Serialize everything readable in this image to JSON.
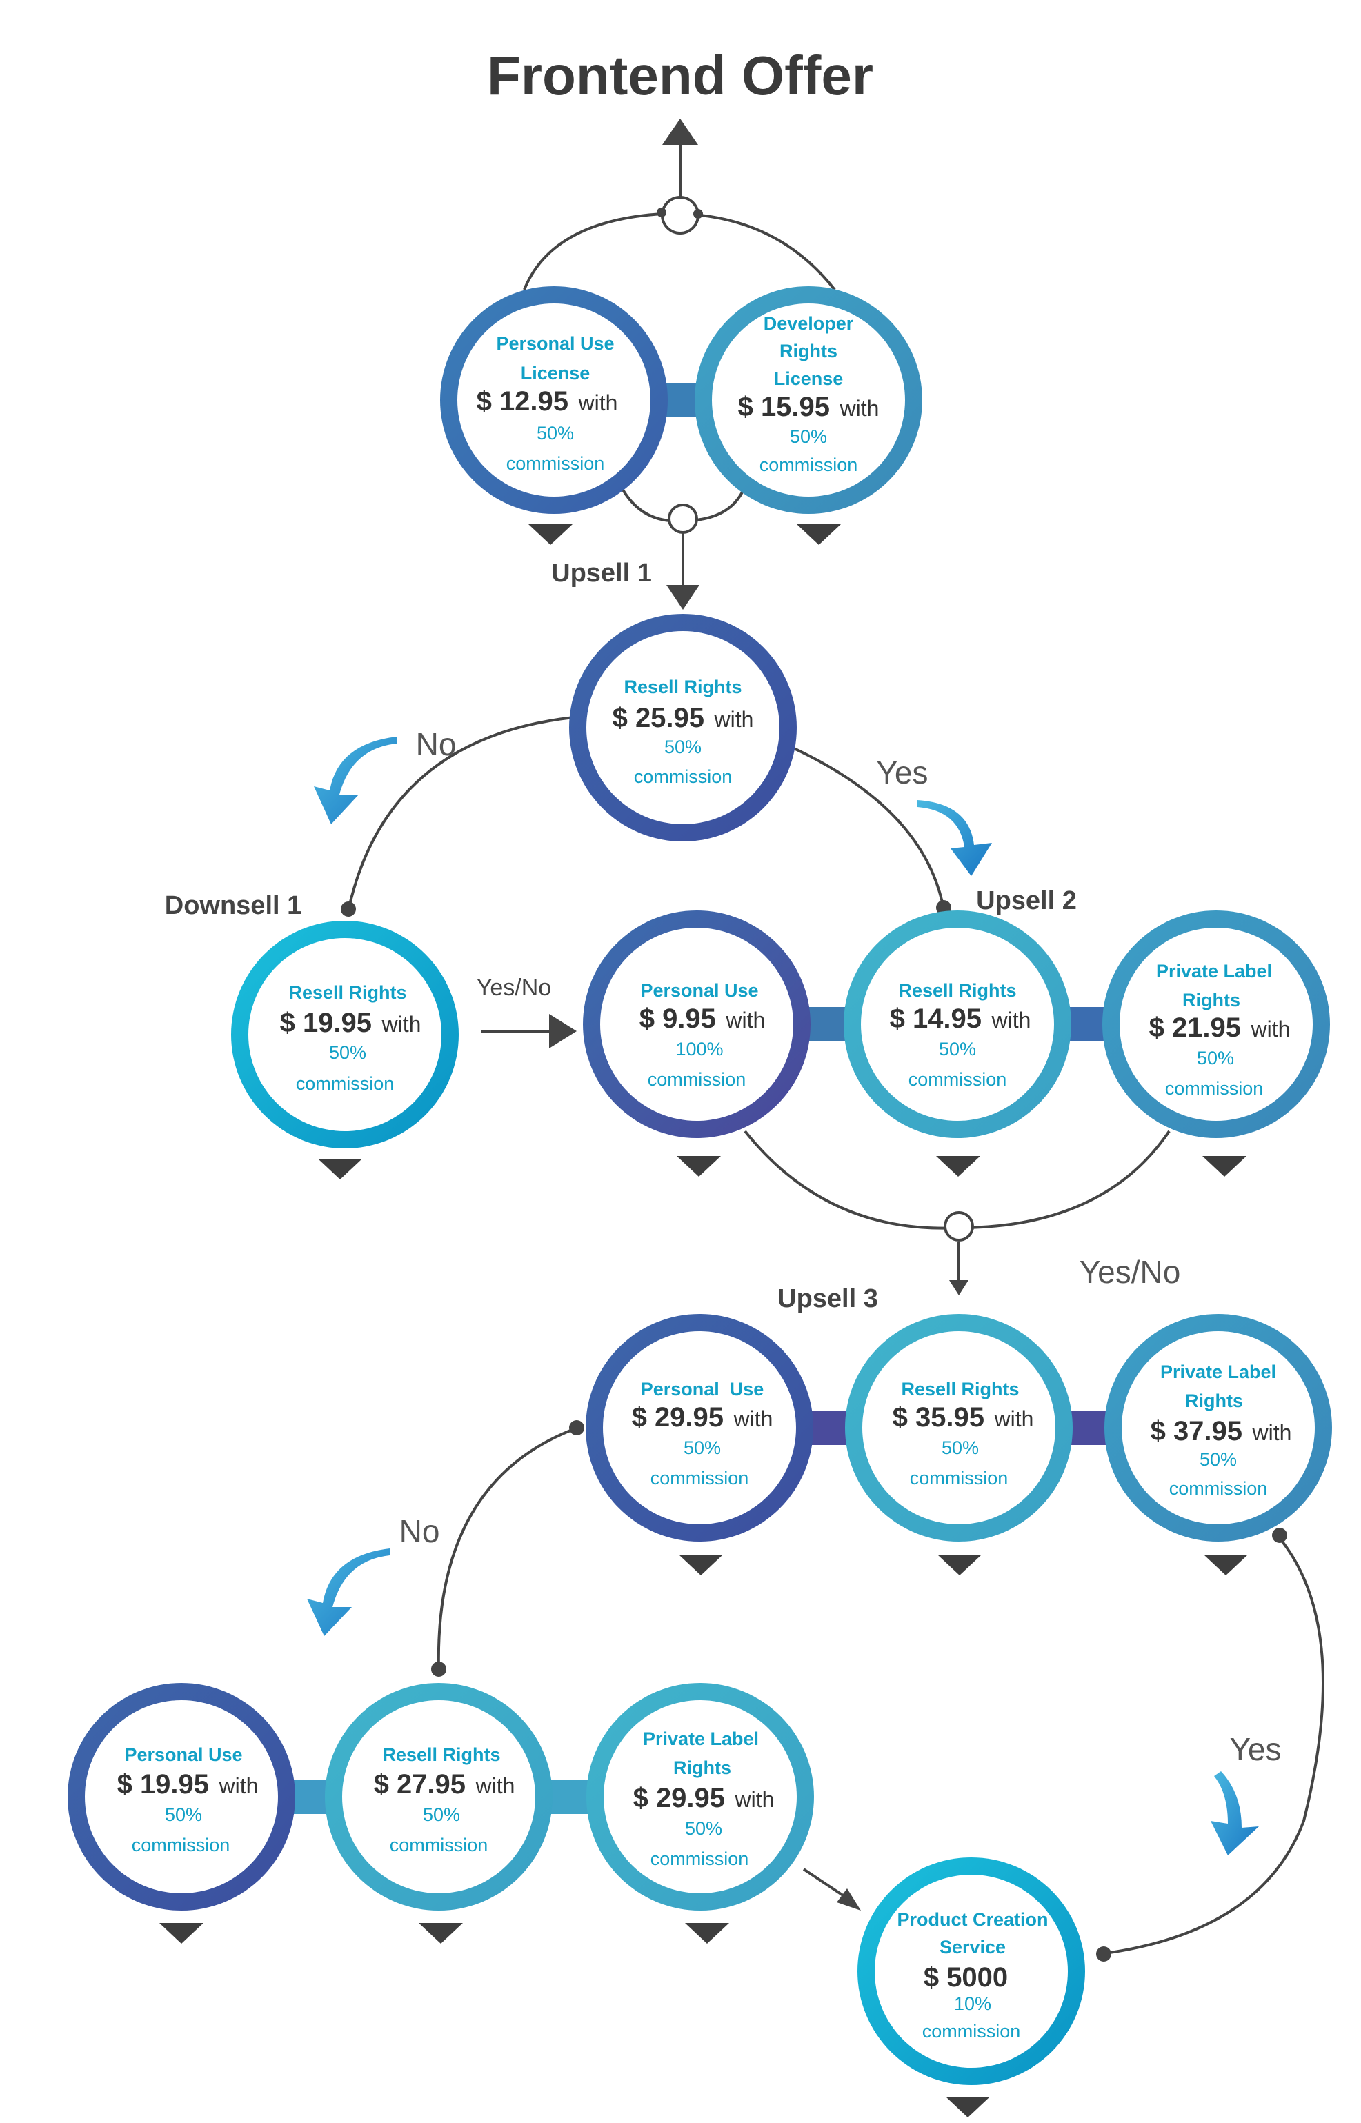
{
  "title": "Frontend Offer",
  "colors": {
    "dark_blue": "#3c5aa6",
    "indigo": "#4a4b9c",
    "mid_blue": "#3a86b8",
    "light_blue": "#3aa9c6",
    "cyan": "#14b1d4",
    "text_price": "#333333",
    "text_accent": "#12a0c6",
    "lines": "#444444"
  },
  "stage_labels": {
    "upsell1": "Upsell 1",
    "downsell1": "Downsell 1",
    "upsell2": "Upsell 2",
    "upsell3": "Upsell 3"
  },
  "decisions": {
    "upsell1_no": "No",
    "upsell1_yes": "Yes",
    "downsell1_yes_no": "Yes/No",
    "upsell2_yes_no": "Yes/No",
    "upsell3_no": "No",
    "upsell3_yes": "Yes"
  },
  "nodes": {
    "fe_personal": {
      "title": [
        "Personal Use",
        "License"
      ],
      "price": "$ 12.95",
      "with": "with",
      "commission": [
        "50%",
        "commission"
      ]
    },
    "fe_developer": {
      "title": [
        "Developer",
        "Rights",
        "License"
      ],
      "price": "$ 15.95",
      "with": "with",
      "commission": [
        "50%",
        "commission"
      ]
    },
    "u1_resell": {
      "title": [
        "Resell Rights"
      ],
      "price": "$ 25.95",
      "with": "with",
      "commission": [
        "50%",
        "commission"
      ]
    },
    "d1_resell": {
      "title": [
        "Resell Rights"
      ],
      "price": "$ 19.95",
      "with": "with",
      "commission": [
        "50%",
        "commission"
      ]
    },
    "u2_personal": {
      "title": [
        "Personal Use"
      ],
      "price": "$ 9.95",
      "with": "with",
      "commission": [
        "100%",
        "commission"
      ]
    },
    "u2_resell": {
      "title": [
        "Resell Rights"
      ],
      "price": "$ 14.95",
      "with": "with",
      "commission": [
        "50%",
        "commission"
      ]
    },
    "u2_private": {
      "title": [
        "Private Label",
        "Rights"
      ],
      "price": "$ 21.95",
      "with": "with",
      "commission": [
        "50%",
        "commission"
      ]
    },
    "u3_personal": {
      "title": [
        "Personal  Use"
      ],
      "price": "$ 29.95",
      "with": "with",
      "commission": [
        "50%",
        "commission"
      ]
    },
    "u3_resell": {
      "title": [
        "Resell Rights"
      ],
      "price": "$ 35.95",
      "with": "with",
      "commission": [
        "50%",
        "commission"
      ]
    },
    "u3_private": {
      "title": [
        "Private Label",
        "Rights"
      ],
      "price": "$ 37.95",
      "with": "with",
      "commission": [
        "50%",
        "commission"
      ]
    },
    "d3_personal": {
      "title": [
        "Personal Use"
      ],
      "price": "$ 19.95",
      "with": "with",
      "commission": [
        "50%",
        "commission"
      ]
    },
    "d3_resell": {
      "title": [
        "Resell Rights"
      ],
      "price": "$ 27.95",
      "with": "with",
      "commission": [
        "50%",
        "commission"
      ]
    },
    "d3_private": {
      "title": [
        "Private Label",
        "Rights"
      ],
      "price": "$ 29.95",
      "with": "with",
      "commission": [
        "50%",
        "commission"
      ]
    },
    "product_creation": {
      "title": [
        "Product Creation",
        "Service"
      ],
      "price": "$ 5000",
      "with": "",
      "commission": [
        "10%",
        "commission"
      ]
    }
  }
}
